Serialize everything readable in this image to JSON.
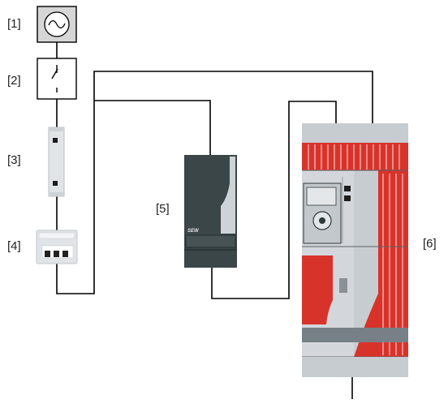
{
  "labels": {
    "l1": "[1]",
    "l2": "[2]",
    "l3": "[3]",
    "l4": "[4]",
    "l5": "[5]",
    "l6": "[6]"
  },
  "brand_text": "SEW",
  "colors": {
    "wire": "#000000",
    "box_stroke": "#000000",
    "supply_fill": "#d6d6d6",
    "module_light": "#e1e4e7",
    "controller_dark": "#3b4648",
    "drive_red": "#d8332b",
    "drive_gray": "#c7ccd0"
  }
}
